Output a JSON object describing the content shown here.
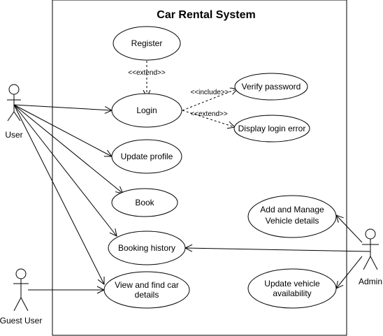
{
  "diagram": {
    "system_title": "Car Rental System",
    "actors": {
      "user": "User",
      "guest": "Guest User",
      "admin": "Admin"
    },
    "use_cases": {
      "register": "Register",
      "login": "Login",
      "verify_password": "Verify password",
      "display_login_error": "Display login error",
      "update_profile": "Update profile",
      "book": "Book",
      "booking_history": "Booking history",
      "view_find_car_1": "View and find car",
      "view_find_car_2": "details",
      "add_manage_1": "Add and Manage",
      "add_manage_2": "Vehicle details",
      "update_vehicle_1": "Update vehicle",
      "update_vehicle_2": "availability"
    },
    "relations": {
      "register_login": "<<extend>>",
      "login_verify": "<<include>>",
      "login_error": "<<extend>>"
    }
  }
}
